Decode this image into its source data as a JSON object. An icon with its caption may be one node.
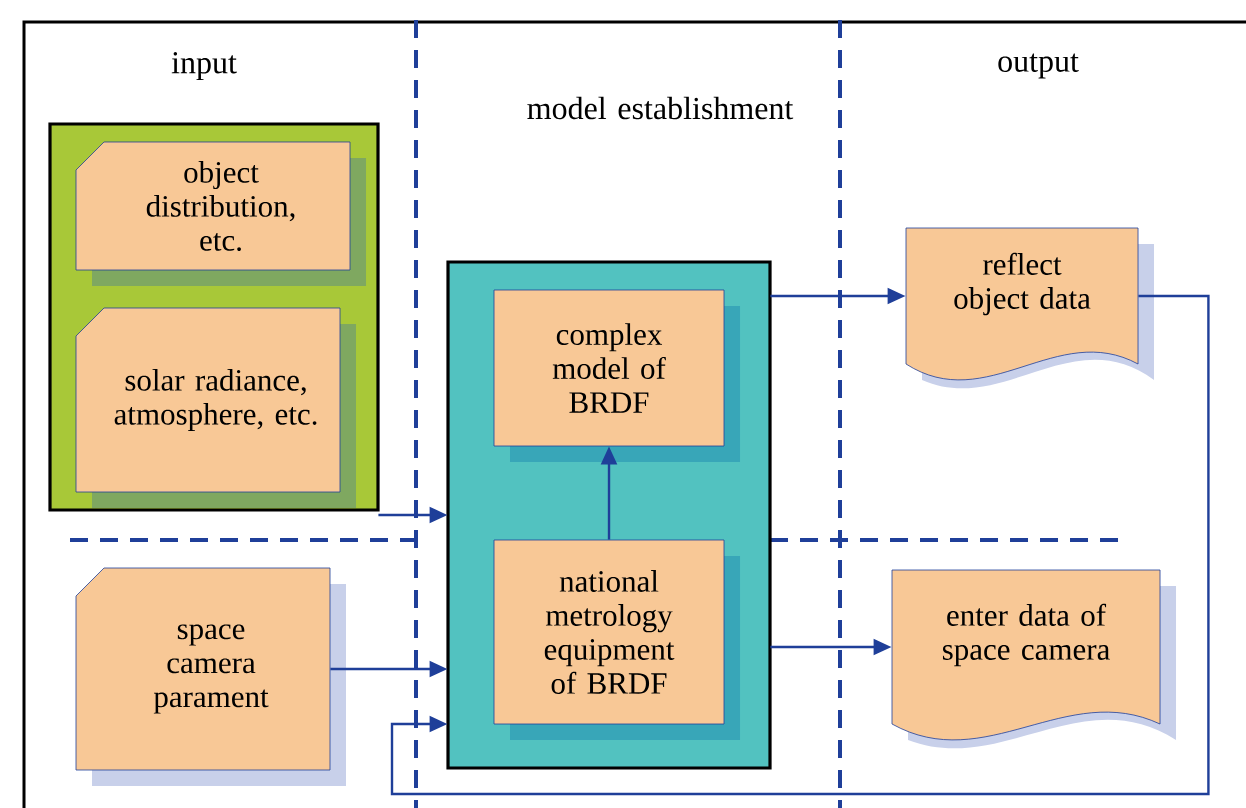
{
  "diagram": {
    "nodes": [
      {
        "text": [],
        "shape": "box"
      },
      {
        "text": [
          "object distribution, etc."
        ],
        "in": 0
      },
      {
        "text": [
          "solar radiance, atmosphere, etc."
        ],
        "in": 0
      },
      {
        "text": [
          "space camera parament"
        ]
      },
      {
        "text": [],
        "shape": "box"
      },
      {
        "text": [
          "complex model of BRDF"
        ],
        "in": 4
      },
      {
        "text": [
          "national metrology equipment of BRDF"
        ],
        "in": 4
      },
      {
        "text": [
          "reflect object data"
        ]
      },
      {
        "text": [
          "enter data of space camera"
        ]
      }
    ],
    "edges": [
      {
        "from": 0,
        "to": 4,
        "arrow": "to"
      },
      {
        "from": 3,
        "to": 4,
        "arrow": "to"
      },
      {
        "from": 6,
        "to": 5,
        "arrow": "to"
      },
      {
        "from": 4,
        "to": 7,
        "arrow": "to"
      },
      {
        "from": 4,
        "to": 8,
        "arrow": "to"
      },
      {
        "from": 7,
        "to": 4,
        "arrow": "to"
      }
    ],
    "labels": [
      "input",
      "model establishment",
      "output"
    ]
  }
}
